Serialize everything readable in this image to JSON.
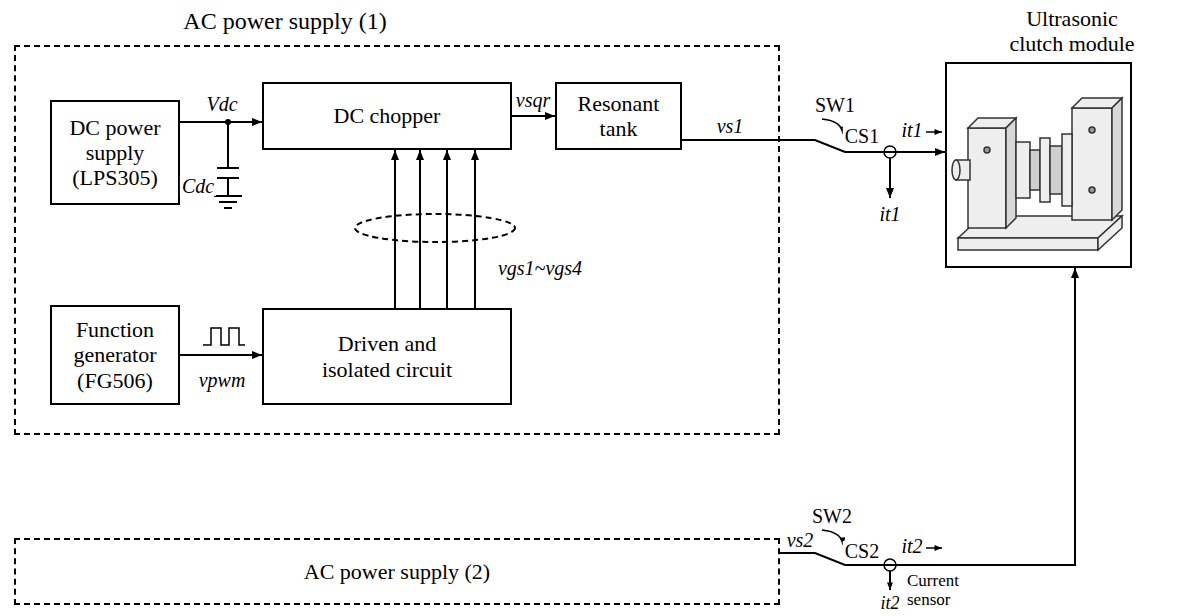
{
  "diagram": {
    "nodes": [
      {
        "text": [
          "AC power supply (1)"
        ]
      },
      {
        "text": [
          "DC power supply (LPS305)"
        ],
        "in": 0
      },
      {
        "text": [
          "DC chopper"
        ],
        "in": 0
      },
      {
        "text": [
          "Resonant tank"
        ],
        "in": 0
      },
      {
        "text": [
          "Function generator (FG506)"
        ],
        "in": 0
      },
      {
        "text": [
          "Driven and isolated circuit"
        ],
        "in": 0
      },
      {
        "text": [
          "AC power supply (2)"
        ]
      },
      {
        "text": [
          "Ultrasonic clutch module"
        ]
      }
    ],
    "edges": [
      {
        "from": 1,
        "to": 2,
        "arrow": "to",
        "label": "Vdc"
      },
      {
        "from": 2,
        "to": 3,
        "arrow": "to",
        "label": "vsqr"
      },
      {
        "from": 4,
        "to": 5,
        "arrow": "to",
        "label": "vpwm"
      },
      {
        "from": 5,
        "to": 2,
        "arrow": "to"
      },
      {
        "from": 5,
        "to": 2,
        "arrow": "to"
      },
      {
        "from": 5,
        "to": 2,
        "arrow": "to"
      },
      {
        "from": 5,
        "to": 2,
        "arrow": "to",
        "label": "vgs1~vgs4"
      },
      {
        "from": 3,
        "to": 7,
        "arrow": "to"
      },
      {
        "from": 6,
        "to": 7,
        "arrow": "to"
      }
    ],
    "labels": [
      "Cdc",
      "vs1",
      "SW1",
      "CS1",
      "it1",
      "it1",
      "vs2",
      "SW2",
      "CS2",
      "it2",
      "it2",
      "Current sensor"
    ]
  }
}
